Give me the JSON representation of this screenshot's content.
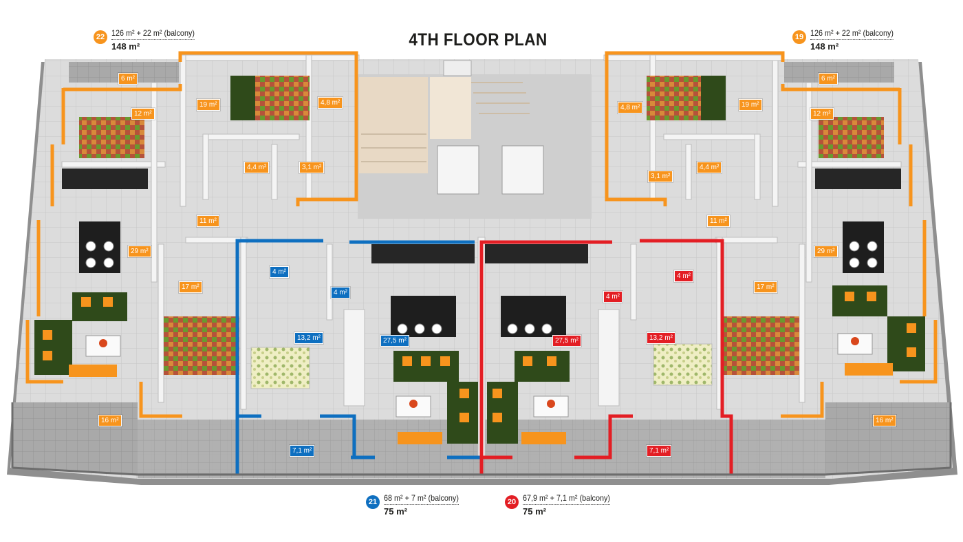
{
  "title": "4TH FLOOR PLAN",
  "colors": {
    "orange": "#f7941d",
    "blue": "#0e6fc0",
    "red": "#e31e24"
  },
  "apartments": [
    {
      "number": "22",
      "area_detail": "126 m² + 22 m² (balcony)",
      "total": "148 m²",
      "color": "orange"
    },
    {
      "number": "19",
      "area_detail": "126 m² + 22 m² (balcony)",
      "total": "148 m²",
      "color": "orange"
    },
    {
      "number": "21",
      "area_detail": "68 m² + 7 m² (balcony)",
      "total": "75 m²",
      "color": "blue"
    },
    {
      "number": "20",
      "area_detail": "67,9 m² + 7,1 m² (balcony)",
      "total": "75 m²",
      "color": "red"
    }
  ],
  "room_labels": {
    "a22": [
      "6 m²",
      "12 m²",
      "19 m²",
      "4,8 m²",
      "4,4 m²",
      "3,1 m²",
      "11 m²",
      "29 m²",
      "17 m²",
      "16 m²"
    ],
    "a19": [
      "6 m²",
      "12 m²",
      "19 m²",
      "4,8 m²",
      "4,4 m²",
      "3,1 m²",
      "11 m²",
      "29 m²",
      "17 m²",
      "16 m²"
    ],
    "a21": [
      "4 m²",
      "4 m²",
      "13,2 m²",
      "27,5 m²",
      "7,1 m²"
    ],
    "a20": [
      "4 m²",
      "4 m²",
      "13,2 m²",
      "27,5 m²",
      "7,1 m²"
    ]
  }
}
